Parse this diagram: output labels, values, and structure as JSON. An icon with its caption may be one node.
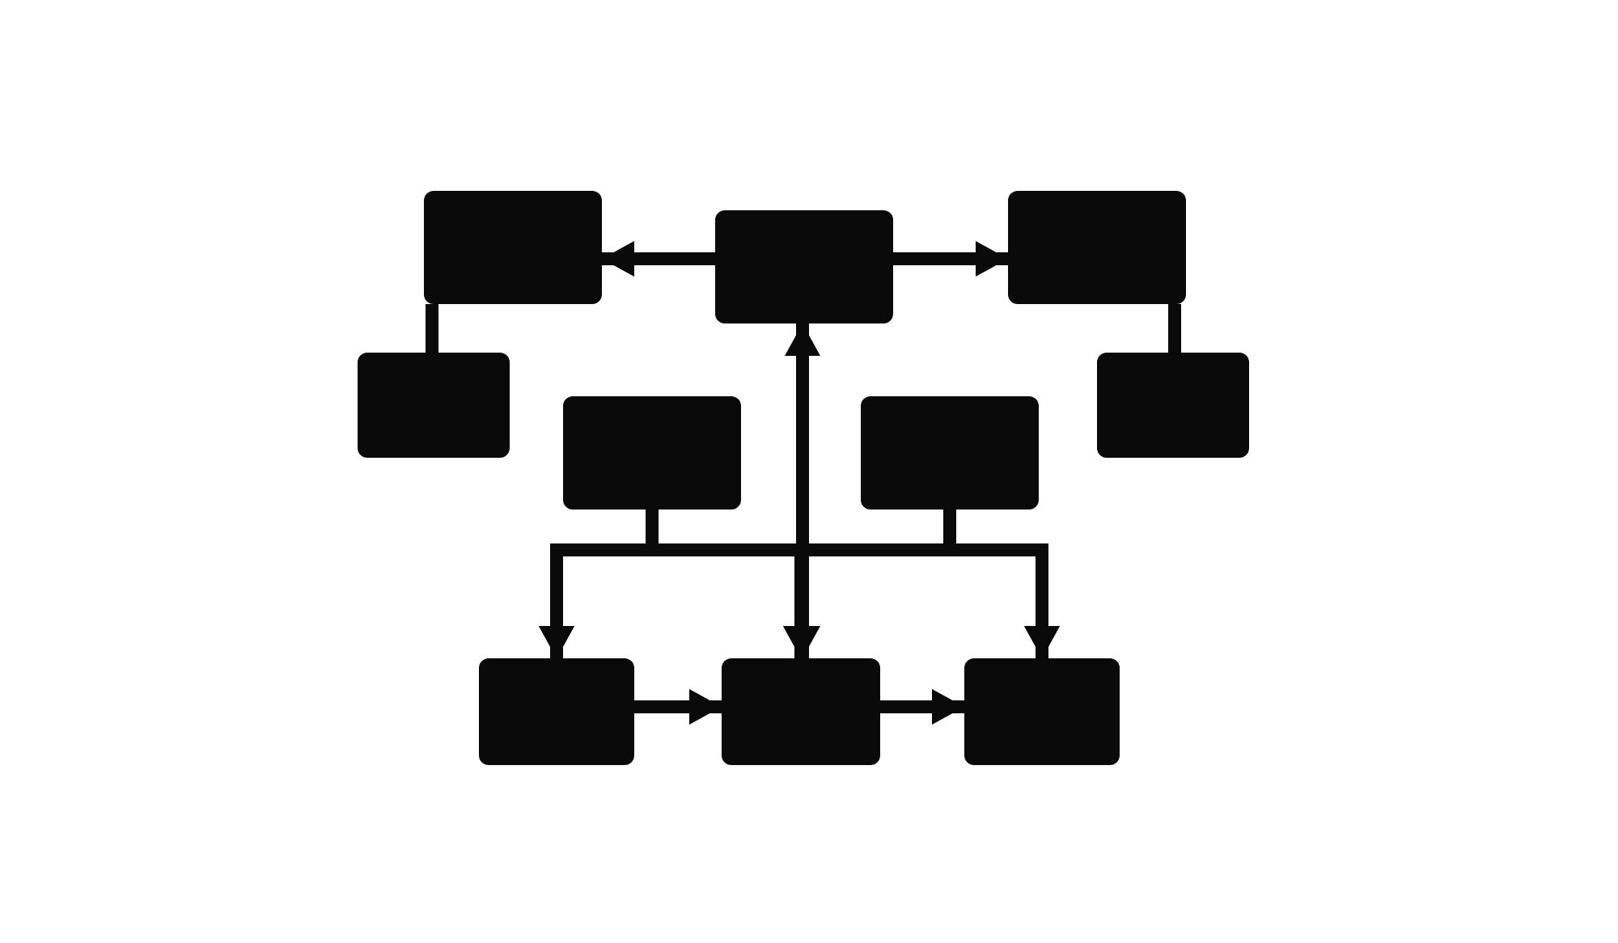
{
  "diagram": {
    "nodes": [
      {
        "text": [],
        "shape": "box"
      },
      {
        "text": [],
        "shape": "box"
      },
      {
        "text": [],
        "shape": "box"
      },
      {
        "text": [],
        "shape": "box"
      },
      {
        "text": [],
        "shape": "box"
      },
      {
        "text": [],
        "shape": "box"
      },
      {
        "text": [],
        "shape": "box"
      },
      {
        "text": [],
        "shape": "box"
      },
      {
        "text": [],
        "shape": "box"
      },
      {
        "text": [],
        "shape": "box"
      }
    ],
    "edges": [
      {
        "from": 1,
        "to": 0,
        "arrow": "to"
      },
      {
        "from": 1,
        "to": 2,
        "arrow": "to"
      },
      {
        "from": 0,
        "to": 3,
        "arrow": "none"
      },
      {
        "from": 2,
        "to": 6,
        "arrow": "none"
      },
      {
        "from": 8,
        "to": 1,
        "arrow": "both"
      },
      {
        "from": 4,
        "to": 7,
        "arrow": "to"
      },
      {
        "from": 4,
        "to": 8,
        "arrow": "to"
      },
      {
        "from": 4,
        "to": 9,
        "arrow": "to"
      },
      {
        "from": 5,
        "to": 7,
        "arrow": "to"
      },
      {
        "from": 5,
        "to": 8,
        "arrow": "to"
      },
      {
        "from": 5,
        "to": 9,
        "arrow": "to"
      },
      {
        "from": 7,
        "to": 8,
        "arrow": "to"
      },
      {
        "from": 8,
        "to": 9,
        "arrow": "to"
      }
    ]
  }
}
